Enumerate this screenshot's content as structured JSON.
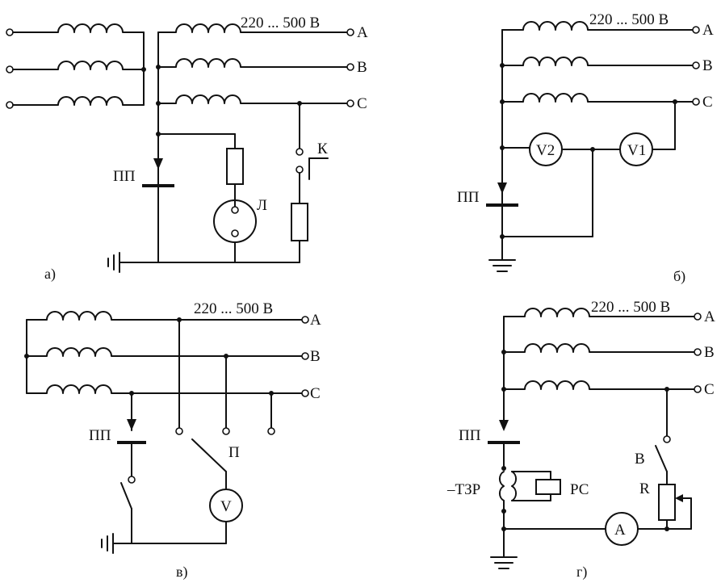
{
  "voltage": "220 ... 500 В",
  "phases": [
    "A",
    "B",
    "C"
  ],
  "panels": {
    "a": {
      "caption": "а)",
      "labels": {
        "pp": "ПП",
        "k": "К",
        "lamp": "Л"
      }
    },
    "b": {
      "caption": "б)",
      "labels": {
        "pp": "ПП",
        "v2": "V2",
        "v1": "V1"
      }
    },
    "v": {
      "caption": "в)",
      "labels": {
        "pp": "ПП",
        "p": "П",
        "v": "V"
      }
    },
    "g": {
      "caption": "г)",
      "labels": {
        "pp": "ПП",
        "tzr": "–ТЗР",
        "rs": "РС",
        "b": "В",
        "r": "R",
        "a": "А"
      }
    }
  }
}
